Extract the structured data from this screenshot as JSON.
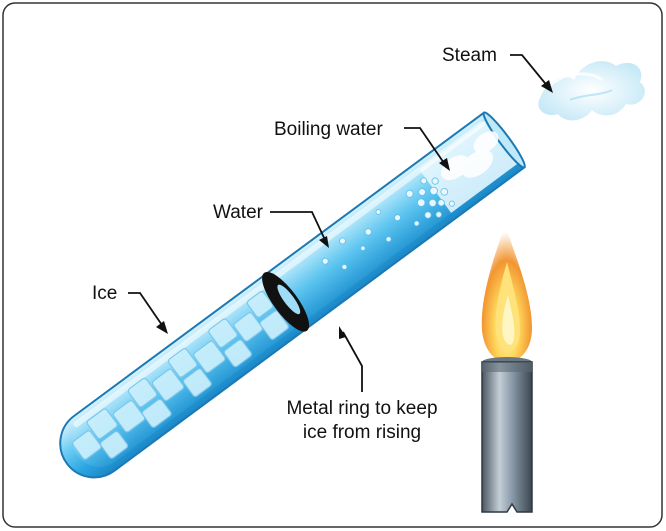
{
  "labels": {
    "steam": "Steam",
    "boiling_water": "Boiling water",
    "water": "Water",
    "ice": "Ice",
    "ring_line1": "Metal ring to keep",
    "ring_line2": "ice from rising"
  },
  "colors": {
    "tube_glass": "#7fd3f5",
    "water": "#2aa6e6",
    "ring": "#111111",
    "flame_outer": "#f08a1a",
    "flame_inner": "#ffd24a",
    "burner_metal": "#8a9aa8",
    "steam": "#d6eef8",
    "frame": "#333333"
  },
  "icons": [
    "test-tube",
    "ice-cubes",
    "bubbles",
    "metal-ring",
    "flame",
    "burner",
    "steam-cloud"
  ]
}
